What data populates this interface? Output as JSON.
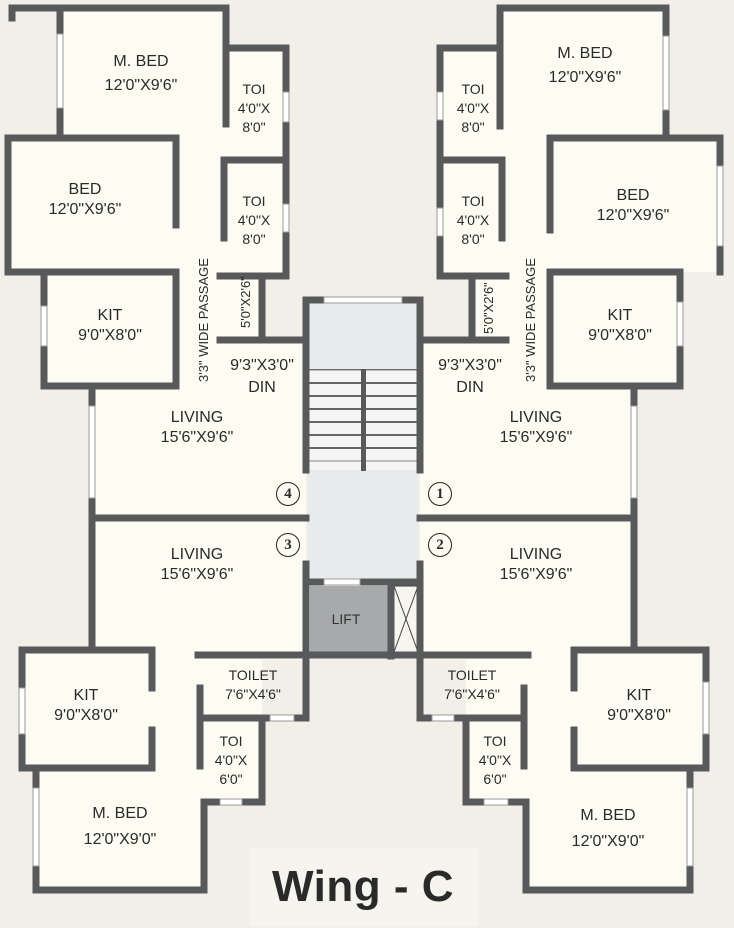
{
  "title": "Wing - C",
  "colors": {
    "wall": "#58595b",
    "floor": "#fdfcf2",
    "background": "#f1efe8",
    "stair": "#e8ebec",
    "lift": "#a7a9ab",
    "window": "#ffffff"
  },
  "flats": {
    "top_left": {
      "number": "4",
      "rooms": [
        {
          "name": "M. BED",
          "size": "12'0\"X9'6\""
        },
        {
          "name": "TOI",
          "size": "4'0\"X 8'0\""
        },
        {
          "name": "TOI",
          "size": "4'0\"X 8'0\""
        },
        {
          "name": "BED",
          "size": "12'0\"X9'6\""
        },
        {
          "name": "KIT",
          "size": "9'0\"X8'0\""
        },
        {
          "name": "DIN",
          "size": "9'3\"X3'0\""
        },
        {
          "name": "LIVING",
          "size": "15'6\"X9'6\""
        }
      ],
      "duct": "5'0\"X2'6\"",
      "passage": "3'3\" WIDE PASSAGE"
    },
    "top_right": {
      "number": "1",
      "rooms": [
        {
          "name": "M. BED",
          "size": "12'0\"X9'6\""
        },
        {
          "name": "TOI",
          "size": "4'0\"X 8'0\""
        },
        {
          "name": "TOI",
          "size": "4'0\"X 8'0\""
        },
        {
          "name": "BED",
          "size": "12'0\"X9'6\""
        },
        {
          "name": "KIT",
          "size": "9'0\"X8'0\""
        },
        {
          "name": "DIN",
          "size": "9'3\"X3'0\""
        },
        {
          "name": "LIVING",
          "size": "15'6\"X9'6\""
        }
      ],
      "duct": "5'0\"X2'6\"",
      "passage": "3'3\" WIDE PASSAGE"
    },
    "bottom_left": {
      "number": "3",
      "rooms": [
        {
          "name": "LIVING",
          "size": "15'6\"X9'6\""
        },
        {
          "name": "KIT",
          "size": "9'0\"X8'0\""
        },
        {
          "name": "TOILET",
          "size": "7'6\"X4'6\""
        },
        {
          "name": "TOI",
          "size": "4'0\"X 6'0\""
        },
        {
          "name": "M. BED",
          "size": "12'0\"X9'0\""
        }
      ]
    },
    "bottom_right": {
      "number": "2",
      "rooms": [
        {
          "name": "LIVING",
          "size": "15'6\"X9'6\""
        },
        {
          "name": "KIT",
          "size": "9'0\"X8'0\""
        },
        {
          "name": "TOILET",
          "size": "7'6\"X4'6\""
        },
        {
          "name": "TOI",
          "size": "4'0\"X 6'0\""
        },
        {
          "name": "M. BED",
          "size": "12'0\"X9'0\""
        }
      ]
    }
  },
  "core": {
    "lift": "LIFT"
  }
}
